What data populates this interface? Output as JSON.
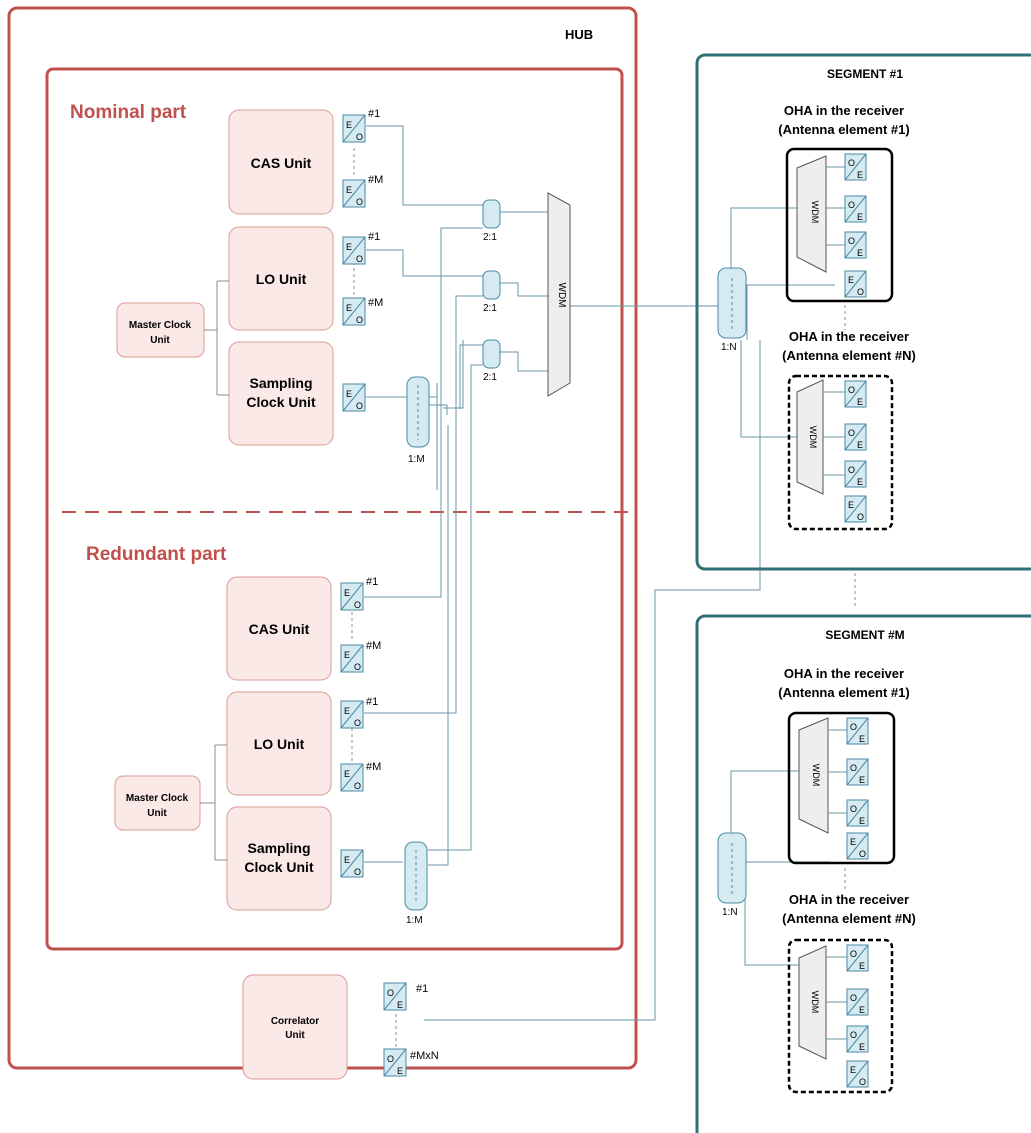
{
  "hub": {
    "title": "HUB"
  },
  "nominal": {
    "title": "Nominal part",
    "cas_unit": "CAS Unit",
    "lo_unit": "LO Unit",
    "master_clock_line1": "Master Clock",
    "master_clock_line2": "Unit",
    "sampling_line1": "Sampling",
    "sampling_line2": "Clock Unit"
  },
  "redundant": {
    "title": "Redundant part",
    "cas_unit": "CAS Unit",
    "lo_unit": "LO Unit",
    "master_clock_line1": "Master Clock",
    "master_clock_line2": "Unit",
    "sampling_line1": "Sampling",
    "sampling_line2": "Clock Unit"
  },
  "correlator": {
    "line1": "Correlator",
    "line2": "Unit"
  },
  "labels": {
    "idx1": "#1",
    "idxM": "#M",
    "idxMxN": "#MxN",
    "ratio21": "2:1",
    "ratio1M": "1:M",
    "ratio1N": "1:N",
    "wdm": "WDM",
    "E": "E",
    "O": "O"
  },
  "segment1": {
    "title": "SEGMENT #1",
    "oha1_line1": "OHA in the receiver",
    "oha1_line2": "(Antenna element #1)",
    "ohaN_line1": "OHA in the receiver",
    "ohaN_line2": "(Antenna element #N)"
  },
  "segmentM": {
    "title": "SEGMENT #M",
    "oha1_line1": "OHA in the receiver",
    "oha1_line2": "(Antenna element #1)",
    "ohaN_line1": "OHA in the receiver",
    "ohaN_line2": "(Antenna element #N)"
  },
  "colors": {
    "hub_border": "#c0504d",
    "segment_border": "#31707a",
    "unit_fill": "#fbe9e7",
    "unit_border": "#d99b94",
    "converter_fill": "#d6eaf2",
    "converter_border": "#4a8aa6",
    "line": "#6a97aa"
  }
}
